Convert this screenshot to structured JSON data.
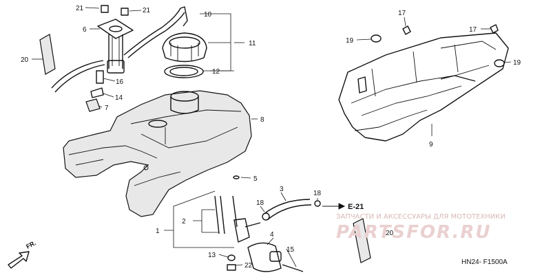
{
  "diagram": {
    "callouts": [
      {
        "id": "c21a",
        "text": "21"
      },
      {
        "id": "c21b",
        "text": "21"
      },
      {
        "id": "c6",
        "text": "6"
      },
      {
        "id": "c20a",
        "text": "20"
      },
      {
        "id": "c16",
        "text": "16"
      },
      {
        "id": "c14",
        "text": "14"
      },
      {
        "id": "c7",
        "text": "7"
      },
      {
        "id": "c10",
        "text": "10"
      },
      {
        "id": "c11",
        "text": "11"
      },
      {
        "id": "c12",
        "text": "12"
      },
      {
        "id": "c8",
        "text": "8"
      },
      {
        "id": "c5",
        "text": "5"
      },
      {
        "id": "c3",
        "text": "3"
      },
      {
        "id": "c18a",
        "text": "18"
      },
      {
        "id": "c18b",
        "text": "18"
      },
      {
        "id": "c2",
        "text": "2"
      },
      {
        "id": "c1",
        "text": "1"
      },
      {
        "id": "c4",
        "text": "4"
      },
      {
        "id": "c13",
        "text": "13"
      },
      {
        "id": "c22",
        "text": "22"
      },
      {
        "id": "c15",
        "text": "15"
      },
      {
        "id": "c17a",
        "text": "17"
      },
      {
        "id": "c17b",
        "text": "17"
      },
      {
        "id": "c19a",
        "text": "19"
      },
      {
        "id": "c19b",
        "text": "19"
      },
      {
        "id": "c9",
        "text": "9"
      },
      {
        "id": "c20b",
        "text": "20"
      }
    ],
    "reference": "E-21",
    "front_marker": "FR.",
    "drawing_code": "HN24- F1500A"
  },
  "watermark": {
    "line1": "ЗАПЧАСТИ И АКСЕССУАРЫ ДЛЯ МОТОТЕХНИКИ",
    "line2": "PARTSFOR.RU"
  }
}
